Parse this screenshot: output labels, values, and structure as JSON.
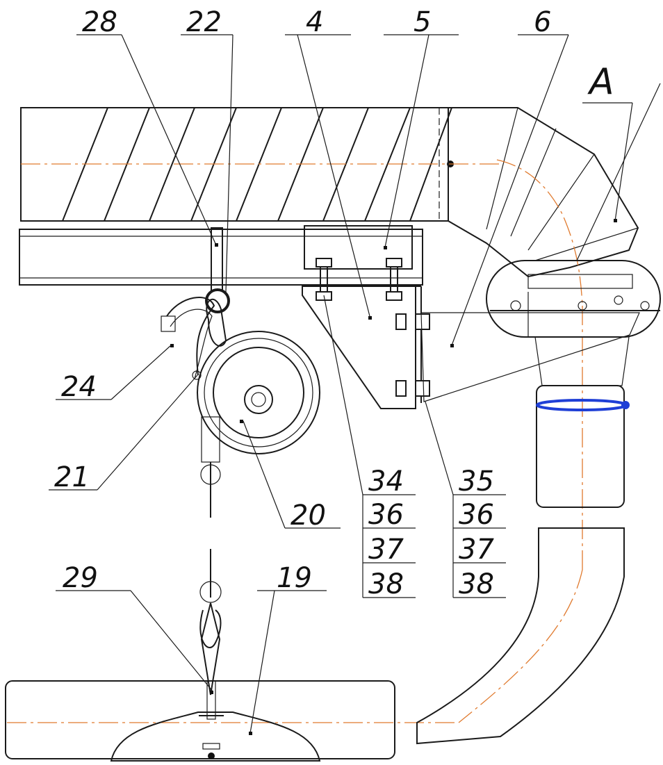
{
  "drawing": {
    "view_label": "A",
    "callouts": [
      {
        "id": "c28",
        "text": "28"
      },
      {
        "id": "c22",
        "text": "22"
      },
      {
        "id": "c4",
        "text": "4"
      },
      {
        "id": "c5",
        "text": "5"
      },
      {
        "id": "c6",
        "text": "6"
      },
      {
        "id": "c24",
        "text": "24"
      },
      {
        "id": "c21",
        "text": "21"
      },
      {
        "id": "c20",
        "text": "20"
      },
      {
        "id": "c29",
        "text": "29"
      },
      {
        "id": "c19",
        "text": "19"
      }
    ],
    "stack_left": [
      "34",
      "36",
      "37",
      "38"
    ],
    "stack_right": [
      "35",
      "36",
      "37",
      "38"
    ],
    "colors": {
      "line": "#1a1a1a",
      "axis": "#e07a2e",
      "clamp": "#1f3fd6",
      "ball": "#9a9a9a"
    }
  }
}
